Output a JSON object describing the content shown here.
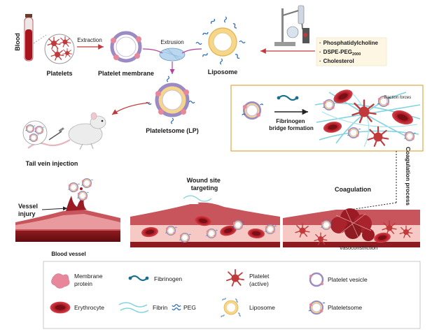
{
  "labels": {
    "blood": "Blood",
    "platelets": "Platelets",
    "extraction": "Extraction",
    "platelet_membrane": "Platelet membrane",
    "extrusion": "Extrusion",
    "liposome": "Liposome",
    "plateletsome_lp": "Plateletsome (LP)",
    "tail_vein_injection": "Tail vein injection",
    "fibrinogen_bridge": [
      "Fibrinogen",
      "bridge formation"
    ],
    "traction_forces": "Traction forces",
    "coagulation_process": "Coagulation process",
    "wound_site_targeting": [
      "Wound site",
      "targeting"
    ],
    "coagulation": "Coagulation",
    "vessel_injury": [
      "Vessel",
      "injury"
    ],
    "blood_vessel": "Blood vessel",
    "vasoconstriction": "Vasoconstriction"
  },
  "ingredients": [
    {
      "bullet": "·",
      "text": "Phosphatidylcholine"
    },
    {
      "bullet": "·",
      "text": "DSPE-PEG",
      "sub": "2000"
    },
    {
      "bullet": "·",
      "text": "Cholesterol"
    }
  ],
  "legend": {
    "items": [
      {
        "icon": "membrane-protein-icon",
        "label": [
          "Membrane",
          "protein"
        ]
      },
      {
        "icon": "fibrinogen-icon",
        "label": [
          "Fibrinogen"
        ]
      },
      {
        "icon": "platelet-active-icon",
        "label": [
          "Platelet",
          "(active)"
        ]
      },
      {
        "icon": "platelet-vesicle-icon",
        "label": [
          "Platelet vesicle"
        ]
      },
      {
        "icon": "erythrocyte-icon",
        "label": [
          "Erythrocyte"
        ]
      },
      {
        "icon": "fibrin-icon",
        "label": [
          "Fibrin"
        ]
      },
      {
        "icon": "peg-icon",
        "label": [
          "PEG"
        ]
      },
      {
        "icon": "liposome-icon",
        "label": [
          "Liposome"
        ]
      },
      {
        "icon": "plateletsome-icon",
        "label": [
          "Plateletsome"
        ]
      }
    ]
  },
  "colors": {
    "arrow": "#c0393b",
    "extrusion": "#b33fa0",
    "coagulation_process": "#7d5ab5",
    "inset_border": "#e0a844",
    "traction": "#c0393b",
    "vessel_dark": "#8e1b1f",
    "vessel_light": "#f6c9c5",
    "erythrocyte": "#b3202a",
    "peg": "#2a6fb5",
    "membrane_protein": "#e8879b",
    "liposome_core": "#f6d68a"
  }
}
